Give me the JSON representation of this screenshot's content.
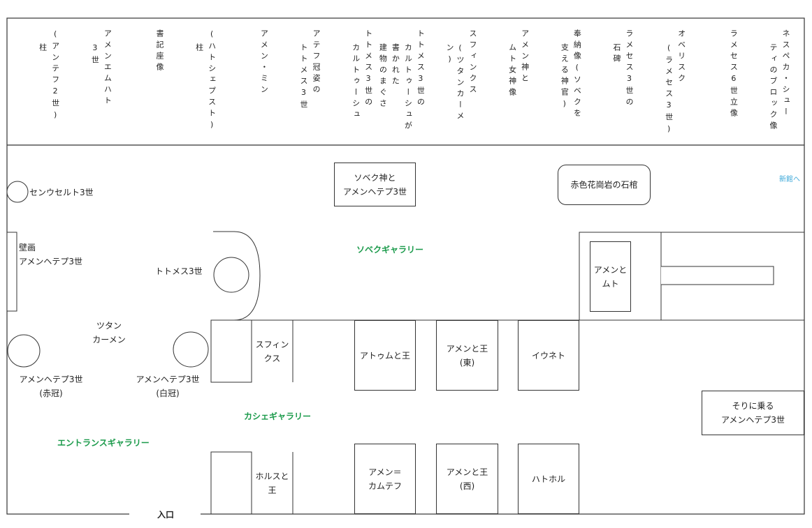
{
  "top_band": [
    [
      "(アンテフ2世)",
      "柱"
    ],
    [
      "アメンエムハト",
      "3世"
    ],
    [
      "書記座像"
    ],
    [
      "(ハトシェプスト)",
      "柱"
    ],
    [
      "アメン・ミン"
    ],
    [
      "アテフ冠姿の",
      "トトメス3世"
    ],
    [
      "トトメス3世の",
      "カルトゥーシュ"
    ],
    [
      "トトメス3世の",
      "カルトゥーシュが",
      "書かれた",
      "建物のまぐさ"
    ],
    [
      "スフィンクス",
      "(ツタンカーメン)"
    ],
    [
      "アメン神と",
      "ムト女神像"
    ],
    [
      "奉納像(ソベクを",
      "支える神官)"
    ],
    [
      "ラメセス3世の",
      "石碑"
    ],
    [
      "オベリスク",
      "(ラメセス3世)"
    ],
    [
      "ラメセス6世立像"
    ],
    [
      "ネスペカ・シュー",
      "ティのブロック像"
    ]
  ],
  "labels": {
    "sobek_amenhotep": "ソベク神と\nアメンヘテプ3世",
    "sarcophagus": "赤色花崗岩の石棺",
    "to_new_wing": "新館へ",
    "senusret": "センウセルト3世",
    "mural": "壁画\nアメンヘテプ3世",
    "thutmose": "トトメス3世",
    "sobek_gallery": "ソベクギャラリー",
    "amun_mut": "アメンと\nムト",
    "tutankhamun": "ツタン\nカーメン",
    "amenhotep_red": "アメンヘテプ3世\n(赤冠)",
    "amenhotep_white": "アメンヘテプ3世\n(白冠)",
    "sphinx": "スフィン\nクス",
    "atum_king": "アトゥムと王",
    "amun_king_east": "アメンと王\n(東)",
    "iuneti": "イウネト",
    "amenhotep_sled": "そりに乗る\nアメンヘテプ3世",
    "kashe_gallery": "カシェギャラリー",
    "entrance_gallery": "エントランスギャラリー",
    "horus_king": "ホルスと\n王",
    "amun_kamutef": "アメン＝\nカムテフ",
    "amun_king_west": "アメンと王\n(西)",
    "hathor": "ハトホル",
    "entrance": "入口"
  },
  "colors": {
    "line": "#333333",
    "gallery_text": "#1a9a4a",
    "link_text": "#3aa7d8"
  }
}
